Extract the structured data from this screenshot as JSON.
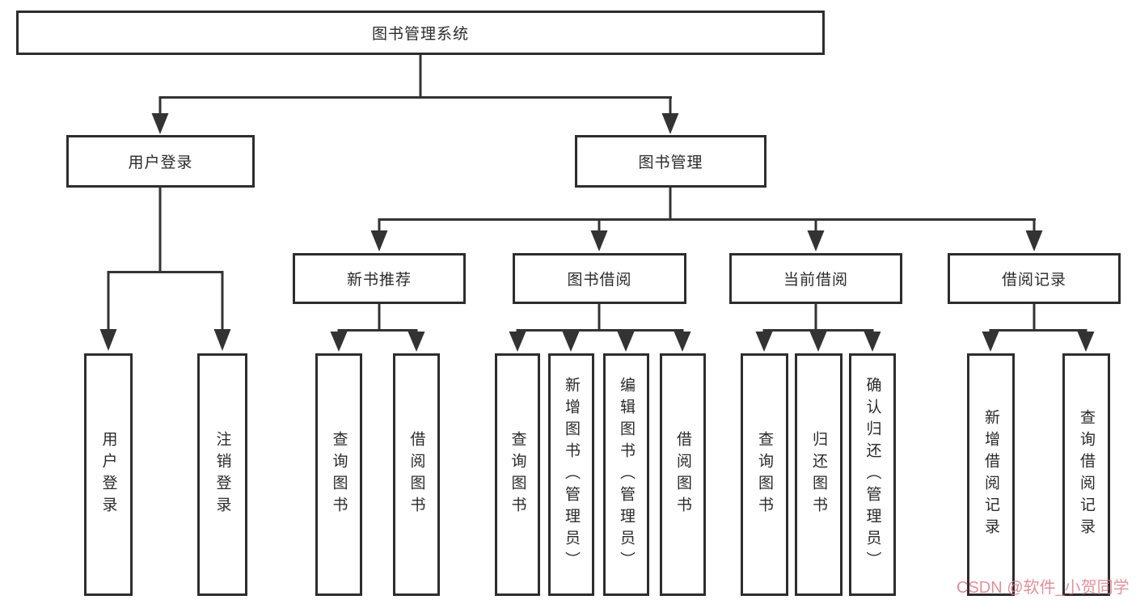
{
  "page": {
    "background": "#ffffff"
  },
  "style": {
    "line_color": "#333333",
    "box_border_color": "#2d2d2d",
    "text_color": "#2a2a2a",
    "watermark_color": "#de7d88"
  },
  "watermark": {
    "text": "CSDN @软件_小贺同学"
  },
  "tree": {
    "root": {
      "label": "图书管理系统"
    },
    "branches": [
      {
        "label": "用户登录",
        "children": [
          {
            "label": "用户登录"
          },
          {
            "label": "注销登录"
          }
        ]
      },
      {
        "label": "图书管理",
        "children": [
          {
            "label": "新书推荐",
            "children": [
              {
                "label": "查询图书"
              },
              {
                "label": "借阅图书"
              }
            ]
          },
          {
            "label": "图书借阅",
            "children": [
              {
                "label": "查询图书"
              },
              {
                "label": "新增图书（管理员）"
              },
              {
                "label": "编辑图书（管理员）"
              },
              {
                "label": "借阅图书"
              }
            ]
          },
          {
            "label": "当前借阅",
            "children": [
              {
                "label": "查询图书"
              },
              {
                "label": "归还图书"
              },
              {
                "label": "确认归还（管理员）"
              }
            ]
          },
          {
            "label": "借阅记录",
            "children": [
              {
                "label": "新增借阅记录"
              },
              {
                "label": "查询借阅记录"
              }
            ]
          }
        ]
      }
    ]
  }
}
